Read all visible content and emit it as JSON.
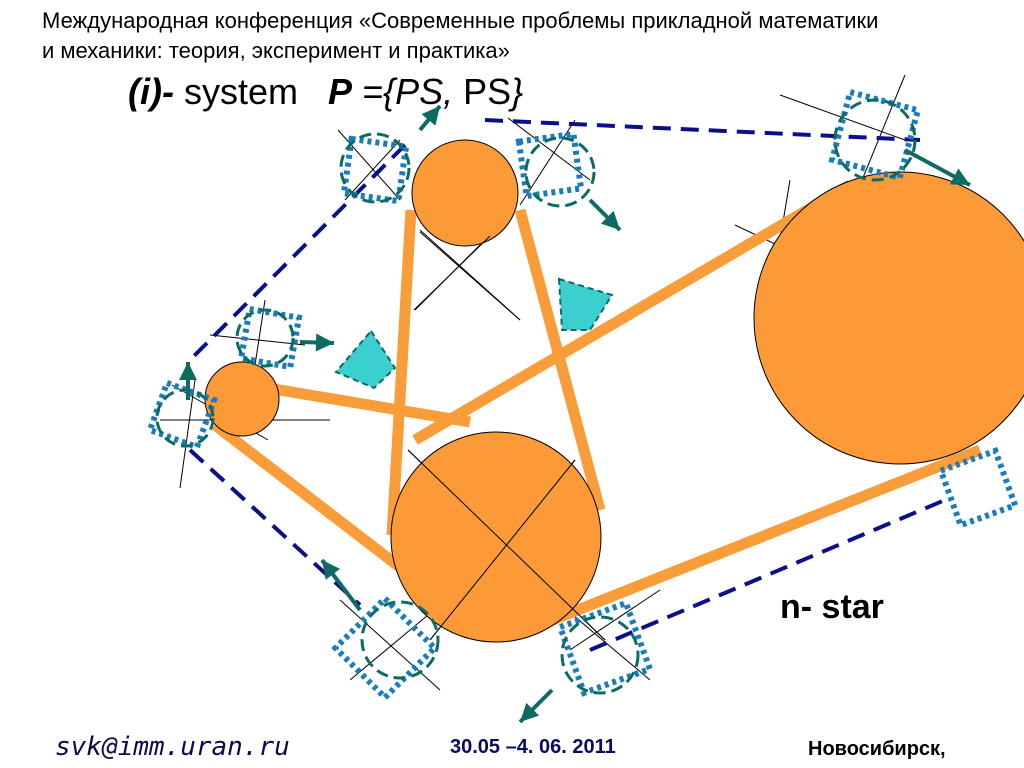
{
  "header": {
    "line1": "Международная конференция «Современные проблемы прикладной математики",
    "line2": "и механики: теория, эксперимент и практика»"
  },
  "subtitle": {
    "label": "(i)-",
    "system": " system",
    "p": "P",
    "eq": " ={",
    "ps_italic": "PS,",
    "ps_plain": " PS",
    "close": "}"
  },
  "diagram": {
    "label": "n-  star",
    "colors": {
      "disc": "#fb9a36",
      "belt": "#f99d3a",
      "dashed": "#0c0f8c",
      "dotted": "#1a7bbf",
      "teal": "#0e6b63",
      "cyan": "#3bcfd0"
    }
  },
  "footer": {
    "email": "svk@imm.uran.ru",
    "date": "30.05 –4. 06. 2011",
    "city": "Новосибирск,"
  }
}
